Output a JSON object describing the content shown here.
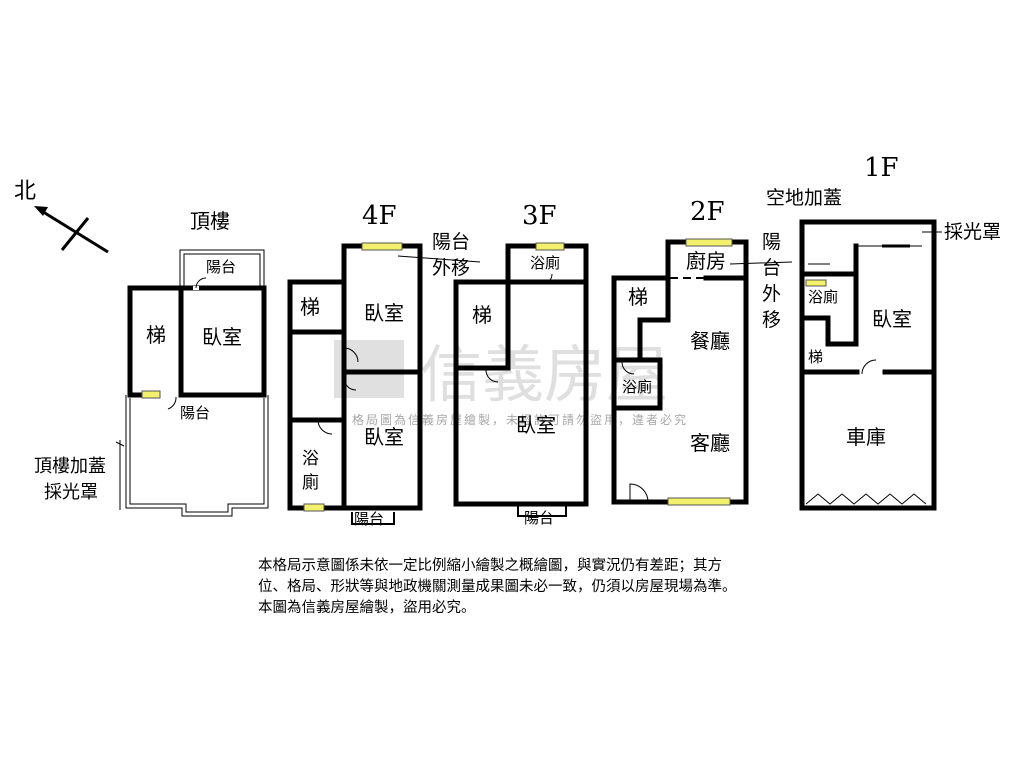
{
  "compass": {
    "north": "北"
  },
  "floors": {
    "roof": {
      "label": "頂樓",
      "rooms": {
        "balcony_top": "陽台",
        "stairs": "梯",
        "bedroom": "臥室",
        "balcony_mid": "陽台"
      },
      "annotation_line1": "頂樓加蓋",
      "annotation_line2": "採光罩"
    },
    "f4": {
      "label": "4F",
      "rooms": {
        "stairs": "梯",
        "bedroom_upper": "臥室",
        "bedroom_lower": "臥室",
        "bath_line1": "浴",
        "bath_line2": "廁",
        "balcony": "陽台"
      },
      "annotation_line1": "陽台",
      "annotation_line2": "外移"
    },
    "f3": {
      "label": "3F",
      "rooms": {
        "bath": "浴廁",
        "stairs": "梯",
        "bedroom": "臥室",
        "balcony": "陽台"
      }
    },
    "f2": {
      "label": "2F",
      "rooms": {
        "kitchen": "廚房",
        "stairs": "梯",
        "dining": "餐廳",
        "bath": "浴廁",
        "living": "客廳"
      },
      "annotation_line1": "陽",
      "annotation_line2": "台",
      "annotation_line3": "外",
      "annotation_line4": "移"
    },
    "f1": {
      "label": "1F",
      "rooms": {
        "bath": "浴廁",
        "bedroom": "臥室",
        "stairs": "梯",
        "garage": "車庫"
      },
      "annotation_open_space": "空地加蓋",
      "annotation_skylight": "採光罩"
    }
  },
  "watermark": {
    "brand": "信義房屋",
    "notice": "格局圖為信義房屋繪製，未經許可請勿盜用，違者必究"
  },
  "disclaimer": {
    "line1": "本格局示意圖係未依一定比例縮小繪製之概繪圖，與實況仍有差距；其方",
    "line2": "位、格局、形狀等與地政機關測量成果圖未必一致，仍須以房屋現場為準。",
    "line3": "本圖為信義房屋繪製，盜用必究。"
  },
  "colors": {
    "wall": "#000000",
    "window": "#f3f06b",
    "watermark": "#000000"
  }
}
